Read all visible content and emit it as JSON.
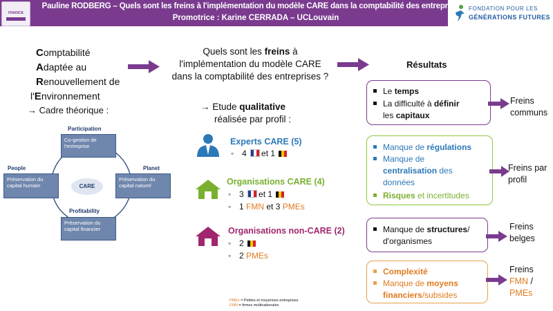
{
  "header": {
    "line1": "Pauline RODBERG – Quels sont les freins à l'implémentation du modèle CARE dans la comptabilité des entreprises ?",
    "line2": "Promotrice : Karine CERRADA – UCLouvain",
    "logo_left_text": "FINANCE",
    "logo_right_line1": "FONDATION POUR LES",
    "logo_right_line2": "GÉNÉRATIONS FUTURES"
  },
  "acronym": {
    "line1_first": "C",
    "line1_rest": "omptabilité",
    "line2_first": "A",
    "line2_rest": "daptée au",
    "line3_first": "R",
    "line3_rest": "enouvellement de",
    "line4_pre": "l'",
    "line4_first": "E",
    "line4_rest": "nvironnement"
  },
  "cadre": "→ Cadre théorique :",
  "diagram": {
    "participation": "Participation",
    "people": "People",
    "planet": "Planet",
    "profitability": "Profitability",
    "care": "CARE",
    "box_top": "Co-gestion de l'entreprise",
    "box_left": "Préservation du capital humain",
    "box_right": "Préservation du capital naturel",
    "box_bottom": "Préservation du capital financier"
  },
  "question": {
    "l1_a": "Quels sont les ",
    "l1_b": "freins",
    "l1_c": " à",
    "l2": "l'implémentation du modèle CARE",
    "l3": "dans la comptabilité des entreprises ?"
  },
  "etude": {
    "l1_a": "→ Etude ",
    "l1_b": "qualitative",
    "l2": "réalisée par profil :"
  },
  "groups": {
    "experts": {
      "title": "Experts CARE (5)",
      "l1_a": "4",
      "l1_b": "et 1",
      "color": "#2c79b8"
    },
    "orgs": {
      "title": "Organisations CARE (4)",
      "l1_a": "3",
      "l1_b": "et 1",
      "l2_a": "1 ",
      "l2_b": "FMN",
      "l2_c": " et 3 ",
      "l2_d": "PMEs",
      "color": "#7ab02f"
    },
    "noncare": {
      "title": "Organisations non-CARE (2)",
      "l1_a": "2",
      "l2_a": "2 ",
      "l2_b": "PMEs",
      "color": "#a0266e"
    }
  },
  "footnote": {
    "pme_a": "PMEs",
    "pme_b": " = Petites et moyennes entreprises",
    "fmn_a": "FMN",
    "fmn_b": " = firmes multinationales"
  },
  "resultats": {
    "title": "Résultats",
    "box1": {
      "l1_a": "Le ",
      "l1_b": "temps",
      "l2_a": "La difficulté à ",
      "l2_b": "définir",
      "l3_a": "les ",
      "l3_b": "capitaux",
      "side1": "Freins",
      "side2": "communs"
    },
    "box2": {
      "l1_a": "Manque de ",
      "l1_b": "régulations",
      "l2": "Manque de",
      "l3_a": "centralisation",
      "l3_b": " des",
      "l4": "données",
      "l5_a": "Risques",
      "l5_b": " et incertitudes",
      "side1": "Freins par",
      "side2": "profil"
    },
    "box3": {
      "l1_a": "Manque de ",
      "l1_b": "structures",
      "l1_c": "/",
      "l2": "d'organismes",
      "side1": "Freins",
      "side2": "belges"
    },
    "box4": {
      "l1": "Complexité",
      "l2_a": "Manque de ",
      "l2_b": "moyens",
      "l3_a": "financiers",
      "l3_b": "/subsides",
      "side1": "Freins",
      "side2": "FMN",
      "side3": " /",
      "side4": "PMEs"
    }
  },
  "colors": {
    "purple": "#7a3b8f",
    "blue": "#2c79b8",
    "green": "#7ab02f",
    "magenta": "#a0266e",
    "orange": "#e07b1f"
  }
}
